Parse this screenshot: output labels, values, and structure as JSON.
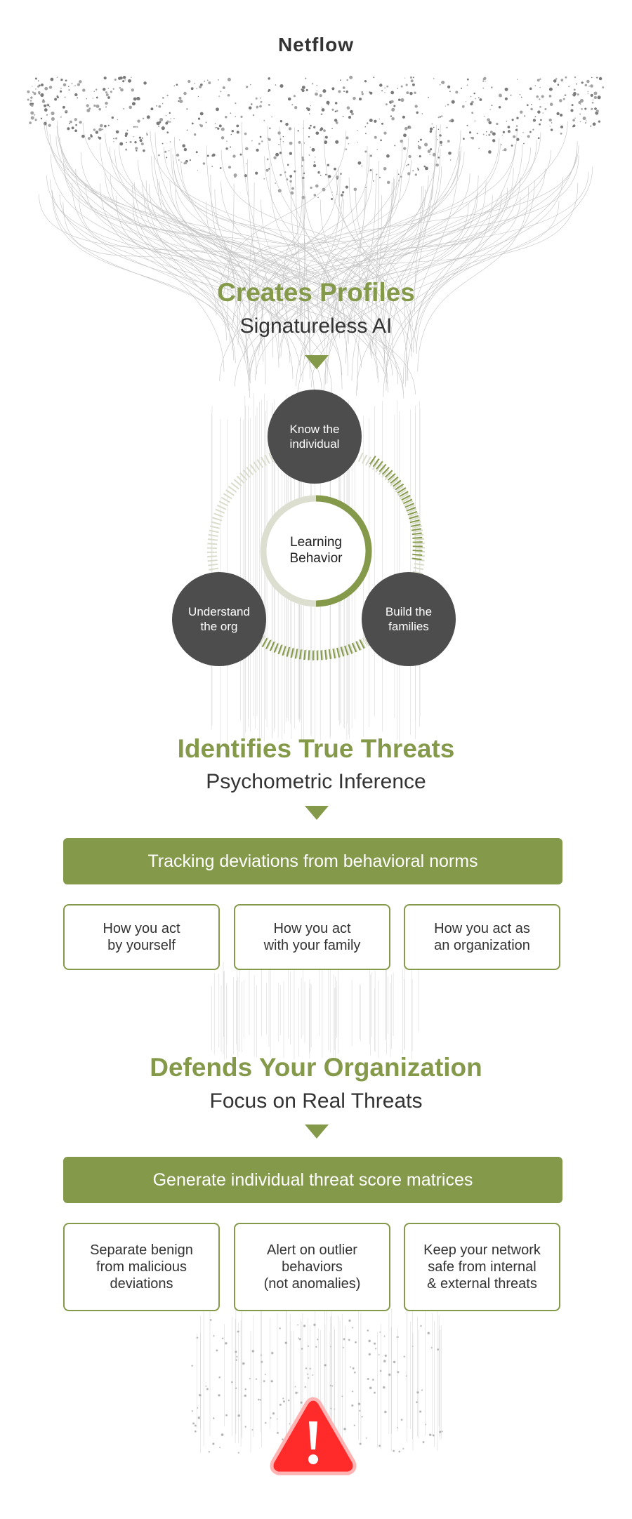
{
  "header": {
    "title": "Netflow"
  },
  "section1": {
    "title": "Creates Profiles",
    "subtitle": "Signatureless AI"
  },
  "cycle": {
    "center": "Learning\nBehavior",
    "nodes": {
      "top": "Know the\nindividual",
      "left": "Understand\nthe org",
      "right": "Build the\nfamilies"
    }
  },
  "section2": {
    "title": "Identifies True Threats",
    "subtitle": "Psychometric Inference",
    "banner": "Tracking deviations from behavioral norms",
    "cards": [
      "How you act\nby yourself",
      "How you act\nwith your family",
      "How you act as\nan organization"
    ]
  },
  "section3": {
    "title": "Defends Your Organization",
    "subtitle": "Focus on Real Threats",
    "banner": "Generate individual threat score matrices",
    "cards": [
      "Separate benign\nfrom malicious\ndeviations",
      "Alert on outlier\nbehaviors\n(not anomalies)",
      "Keep your network\nsafe from internal\n& external threats"
    ]
  },
  "colors": {
    "accent": "#849a4a",
    "node": "#4d4d4d",
    "alert": "#ff2a2a"
  },
  "icons": {
    "alert": "warning-triangle-icon",
    "arrow": "triangle-down-icon"
  }
}
